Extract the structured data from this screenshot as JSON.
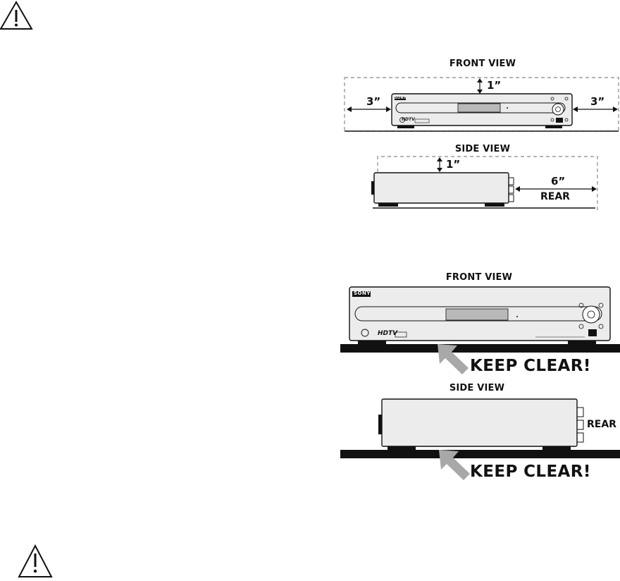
{
  "warning_icons": [
    "warning-triangle-icon",
    "warning-triangle-icon"
  ],
  "diagram_ventilation": {
    "front_caption": "FRONT VIEW",
    "side_caption": "SIDE VIEW",
    "front_top_clearance": "1”",
    "front_left_clearance": "3”",
    "front_right_clearance": "3”",
    "side_top_clearance": "1”",
    "side_rear_clearance": "6”",
    "side_rear_label": "REAR"
  },
  "diagram_keep_clear": {
    "front_caption": "FRONT VIEW",
    "side_caption": "SIDE VIEW",
    "side_rear_label": "REAR",
    "front_warning": "KEEP CLEAR!",
    "side_warning": "KEEP CLEAR!"
  },
  "device": {
    "brand": "SONY",
    "badge": "HDTV"
  },
  "colors": {
    "ink": "#111111",
    "device_fill": "#ececec",
    "display_fill": "#b9b9b9",
    "arrow_fill": "#a8a8a8",
    "floor": "#111111"
  }
}
